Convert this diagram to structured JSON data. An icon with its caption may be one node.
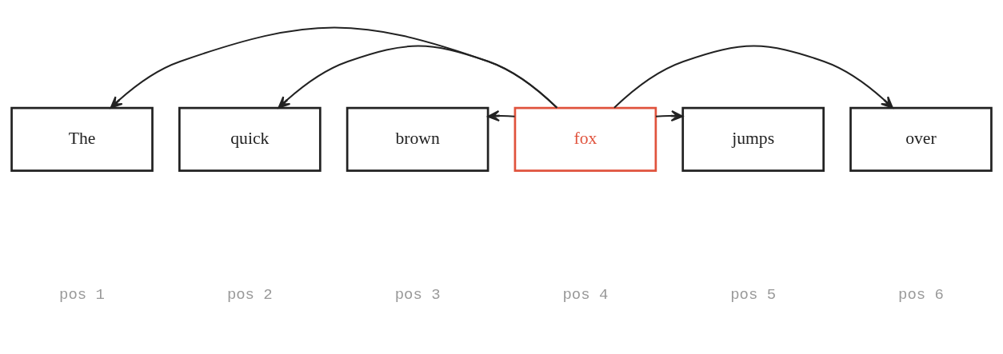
{
  "diagram": {
    "nodes": [
      {
        "text": [
          "The"
        ]
      },
      {
        "text": [
          "quick"
        ]
      },
      {
        "text": [
          "brown"
        ]
      },
      {
        "text": [
          "fox"
        ]
      },
      {
        "text": [
          "jumps"
        ]
      },
      {
        "text": [
          "over"
        ]
      }
    ],
    "edges": [
      {
        "from": 3,
        "to": 0,
        "arrow": "to"
      },
      {
        "from": 3,
        "to": 1,
        "arrow": "to"
      },
      {
        "from": 3,
        "to": 2,
        "arrow": "to"
      },
      {
        "from": 3,
        "to": 4,
        "arrow": "to"
      },
      {
        "from": 3,
        "to": 5,
        "arrow": "to"
      }
    ],
    "labels": [
      "pos 1",
      "pos 2",
      "pos 3",
      "pos 4",
      "pos 5",
      "pos 6"
    ]
  }
}
